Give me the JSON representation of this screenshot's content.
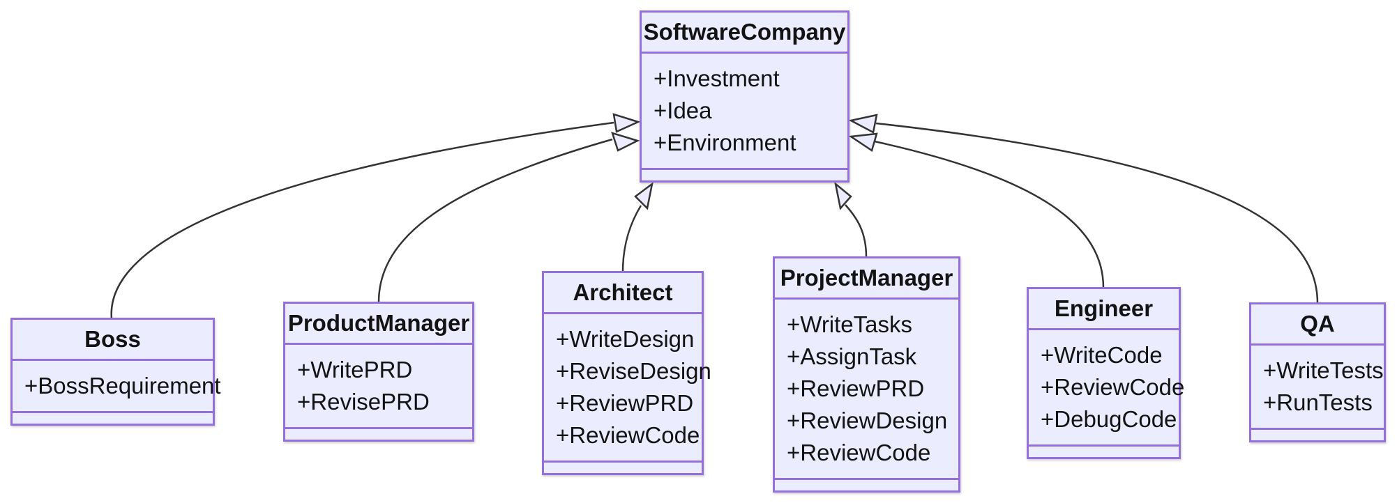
{
  "diagram": {
    "type": "uml-class-diagram",
    "classes": [
      {
        "name": "SoftwareCompany",
        "attributes": [
          "+Investment",
          "+Idea",
          "+Environment"
        ],
        "methods": []
      },
      {
        "name": "Boss",
        "attributes": [
          "+BossRequirement"
        ],
        "methods": []
      },
      {
        "name": "ProductManager",
        "attributes": [
          "+WritePRD",
          "+RevisePRD"
        ],
        "methods": []
      },
      {
        "name": "Architect",
        "attributes": [
          "+WriteDesign",
          "+ReviseDesign",
          "+ReviewPRD",
          "+ReviewCode"
        ],
        "methods": []
      },
      {
        "name": "ProjectManager",
        "attributes": [
          "+WriteTasks",
          "+AssignTask",
          "+ReviewPRD",
          "+ReviewDesign",
          "+ReviewCode"
        ],
        "methods": []
      },
      {
        "name": "Engineer",
        "attributes": [
          "+WriteCode",
          "+ReviewCode",
          "+DebugCode"
        ],
        "methods": []
      },
      {
        "name": "QA",
        "attributes": [
          "+WriteTests",
          "+RunTests"
        ],
        "methods": []
      }
    ],
    "relations": [
      {
        "from": "Boss",
        "to": "SoftwareCompany",
        "type": "inheritance"
      },
      {
        "from": "ProductManager",
        "to": "SoftwareCompany",
        "type": "inheritance"
      },
      {
        "from": "Architect",
        "to": "SoftwareCompany",
        "type": "inheritance"
      },
      {
        "from": "ProjectManager",
        "to": "SoftwareCompany",
        "type": "inheritance"
      },
      {
        "from": "Engineer",
        "to": "SoftwareCompany",
        "type": "inheritance"
      },
      {
        "from": "QA",
        "to": "SoftwareCompany",
        "type": "inheritance"
      }
    ],
    "colors": {
      "box_fill": "#ECECFF",
      "box_border": "#9370DB",
      "edge_line": "#333333",
      "text": "#131313",
      "background": "#ffffff"
    }
  }
}
